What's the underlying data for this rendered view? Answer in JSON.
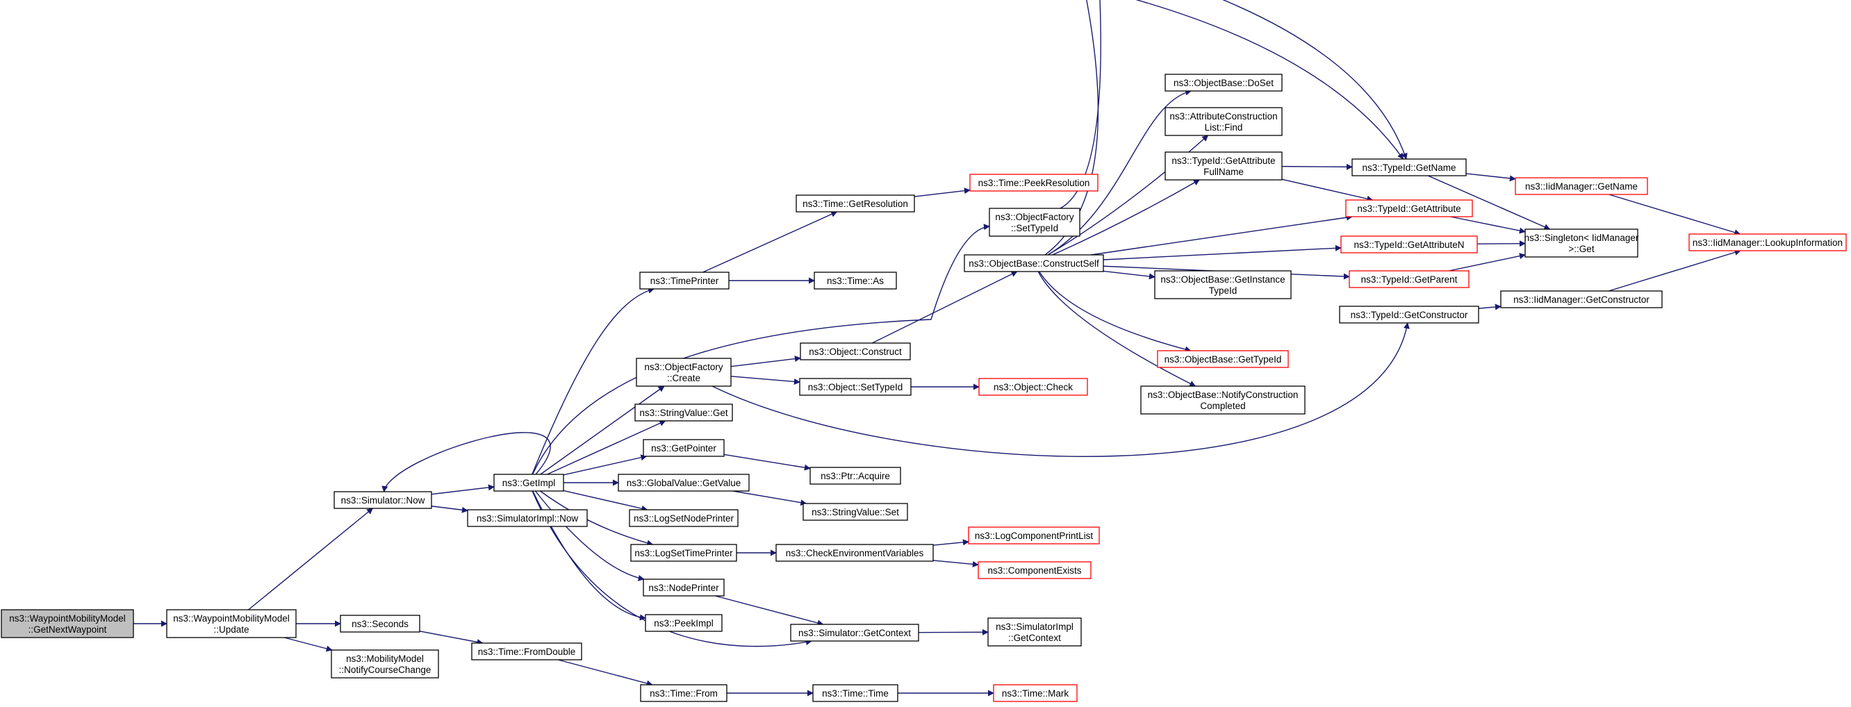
{
  "nodes": {
    "get_next_waypoint": {
      "lines": [
        "ns3::WaypointMobilityModel",
        "::GetNextWaypoint"
      ],
      "style": "root"
    },
    "update": {
      "lines": [
        "ns3::WaypointMobilityModel",
        "::Update"
      ],
      "style": "normal"
    },
    "sim_now": {
      "lines": [
        "ns3::Simulator::Now"
      ],
      "style": "normal"
    },
    "seconds": {
      "lines": [
        "ns3::Seconds"
      ],
      "style": "normal"
    },
    "notify_course": {
      "lines": [
        "ns3::MobilityModel",
        "::NotifyCourseChange"
      ],
      "style": "normal"
    },
    "get_impl": {
      "lines": [
        "ns3::GetImpl"
      ],
      "style": "normal"
    },
    "simimpl_now": {
      "lines": [
        "ns3::SimulatorImpl::Now"
      ],
      "style": "normal"
    },
    "from_double": {
      "lines": [
        "ns3::Time::FromDouble"
      ],
      "style": "normal"
    },
    "time_printer": {
      "lines": [
        "ns3::TimePrinter"
      ],
      "style": "normal"
    },
    "objfactory_create": {
      "lines": [
        "ns3::ObjectFactory",
        "::Create"
      ],
      "style": "normal"
    },
    "stringvalue_get": {
      "lines": [
        "ns3::StringValue::Get"
      ],
      "style": "normal"
    },
    "get_pointer": {
      "lines": [
        "ns3::GetPointer"
      ],
      "style": "normal"
    },
    "globalvalue_getvalue": {
      "lines": [
        "ns3::GlobalValue::GetValue"
      ],
      "style": "normal"
    },
    "log_set_node_printer": {
      "lines": [
        "ns3::LogSetNodePrinter"
      ],
      "style": "normal"
    },
    "log_set_time_printer": {
      "lines": [
        "ns3::LogSetTimePrinter"
      ],
      "style": "normal"
    },
    "node_printer": {
      "lines": [
        "ns3::NodePrinter"
      ],
      "style": "normal"
    },
    "peek_impl": {
      "lines": [
        "ns3::PeekImpl"
      ],
      "style": "normal"
    },
    "time_from": {
      "lines": [
        "ns3::Time::From"
      ],
      "style": "normal"
    },
    "time_get_resolution": {
      "lines": [
        "ns3::Time::GetResolution"
      ],
      "style": "normal"
    },
    "time_as": {
      "lines": [
        "ns3::Time::As"
      ],
      "style": "normal"
    },
    "object_construct": {
      "lines": [
        "ns3::Object::Construct"
      ],
      "style": "normal"
    },
    "object_set_typeid": {
      "lines": [
        "ns3::Object::SetTypeId"
      ],
      "style": "normal"
    },
    "ptr_acquire": {
      "lines": [
        "ns3::Ptr::Acquire"
      ],
      "style": "normal"
    },
    "stringvalue_set": {
      "lines": [
        "ns3::StringValue::Set"
      ],
      "style": "normal"
    },
    "check_env_vars": {
      "lines": [
        "ns3::CheckEnvironmentVariables"
      ],
      "style": "normal"
    },
    "sim_get_context": {
      "lines": [
        "ns3::Simulator::GetContext"
      ],
      "style": "normal"
    },
    "time_time": {
      "lines": [
        "ns3::Time::Time"
      ],
      "style": "normal"
    },
    "time_peek_resolution": {
      "lines": [
        "ns3::Time::PeekResolution"
      ],
      "style": "truncated"
    },
    "objfactory_set_typeid": {
      "lines": [
        "ns3::ObjectFactory",
        "::SetTypeId"
      ],
      "style": "normal"
    },
    "objectbase_construct_self": {
      "lines": [
        "ns3::ObjectBase::ConstructSelf"
      ],
      "style": "normal"
    },
    "object_check": {
      "lines": [
        "ns3::Object::Check"
      ],
      "style": "truncated"
    },
    "log_component_print_list": {
      "lines": [
        "ns3::LogComponentPrintList"
      ],
      "style": "truncated"
    },
    "component_exists": {
      "lines": [
        "ns3::ComponentExists"
      ],
      "style": "truncated"
    },
    "simimpl_get_context": {
      "lines": [
        "ns3::SimulatorImpl",
        "::GetContext"
      ],
      "style": "normal"
    },
    "time_mark": {
      "lines": [
        "ns3::Time::Mark"
      ],
      "style": "truncated"
    },
    "objectbase_doset": {
      "lines": [
        "ns3::ObjectBase::DoSet"
      ],
      "style": "normal"
    },
    "attr_construction_list_find": {
      "lines": [
        "ns3::AttributeConstruction",
        "List::Find"
      ],
      "style": "normal"
    },
    "typeid_get_attribute_fullname": {
      "lines": [
        "ns3::TypeId::GetAttribute",
        "FullName"
      ],
      "style": "normal"
    },
    "objectbase_get_instance_typeid": {
      "lines": [
        "ns3::ObjectBase::GetInstance",
        "TypeId"
      ],
      "style": "normal"
    },
    "objectbase_get_typeid": {
      "lines": [
        "ns3::ObjectBase::GetTypeId"
      ],
      "style": "truncated"
    },
    "objectbase_notify_construction_completed": {
      "lines": [
        "ns3::ObjectBase::NotifyConstruction",
        "Completed"
      ],
      "style": "normal"
    },
    "typeid_get_name": {
      "lines": [
        "ns3::TypeId::GetName"
      ],
      "style": "normal"
    },
    "typeid_get_attribute": {
      "lines": [
        "ns3::TypeId::GetAttribute"
      ],
      "style": "truncated"
    },
    "typeid_get_attribute_n": {
      "lines": [
        "ns3::TypeId::GetAttributeN"
      ],
      "style": "truncated"
    },
    "typeid_get_parent": {
      "lines": [
        "ns3::TypeId::GetParent"
      ],
      "style": "truncated"
    },
    "typeid_get_constructor": {
      "lines": [
        "ns3::TypeId::GetConstructor"
      ],
      "style": "normal"
    },
    "iidmanager_get_name": {
      "lines": [
        "ns3::IidManager::GetName"
      ],
      "style": "truncated"
    },
    "singleton_get": {
      "lines": [
        "ns3::Singleton< IidManager",
        " >::Get"
      ],
      "style": "normal"
    },
    "iidmanager_get_constructor": {
      "lines": [
        "ns3::IidManager::GetConstructor"
      ],
      "style": "normal"
    },
    "iidmanager_lookup_information": {
      "lines": [
        "ns3::IidManager::LookupInformation"
      ],
      "style": "truncated"
    }
  },
  "colors": {
    "edge": "#191970",
    "node_border": "#000000",
    "truncated_border": "#ff0000",
    "root_fill": "#bfbfbf",
    "node_fill": "#ffffff"
  }
}
